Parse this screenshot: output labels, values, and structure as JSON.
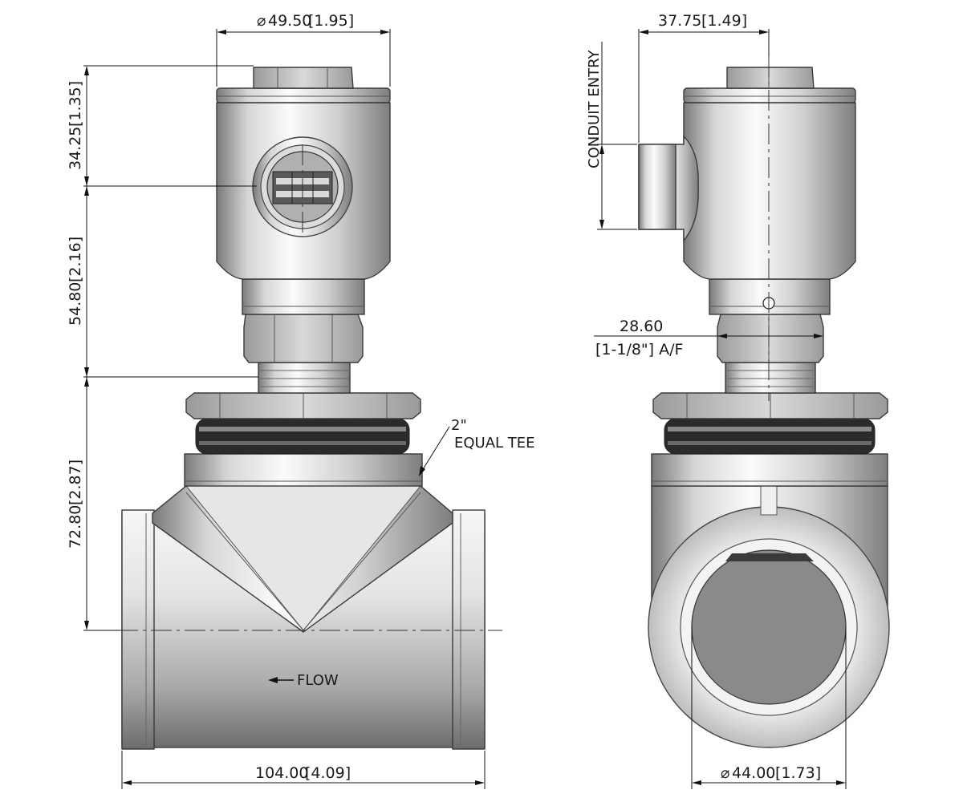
{
  "dimensions": {
    "head_diameter": "49.50",
    "head_diameter_in": "[1.95]",
    "head_height": "34.25",
    "head_height_in": "[1.35]",
    "stem_height": "54.80",
    "stem_height_in": "[2.16]",
    "tee_height": "72.80",
    "tee_height_in": "[2.87]",
    "tee_length": "104.00",
    "tee_length_in": "[4.09]",
    "side_width": "37.75",
    "side_width_in": "[1.49]",
    "hex_af": "28.60",
    "hex_af_in": "[1-1/8\"] A/F",
    "bore_diameter": "44.00",
    "bore_diameter_in": "[1.73]"
  },
  "labels": {
    "diameter_symbol": "⌀",
    "tee_size": "2\"",
    "tee_type": "EQUAL TEE",
    "conduit": "CONDUIT ENTRY",
    "flow": "FLOW"
  },
  "colors": {
    "steel_light": "#f2f2f2",
    "steel_mid": "#c4c4c4",
    "steel_dark": "#6e6e6e",
    "bore": "#8a8a8a",
    "oring": "#2b2b2b"
  }
}
